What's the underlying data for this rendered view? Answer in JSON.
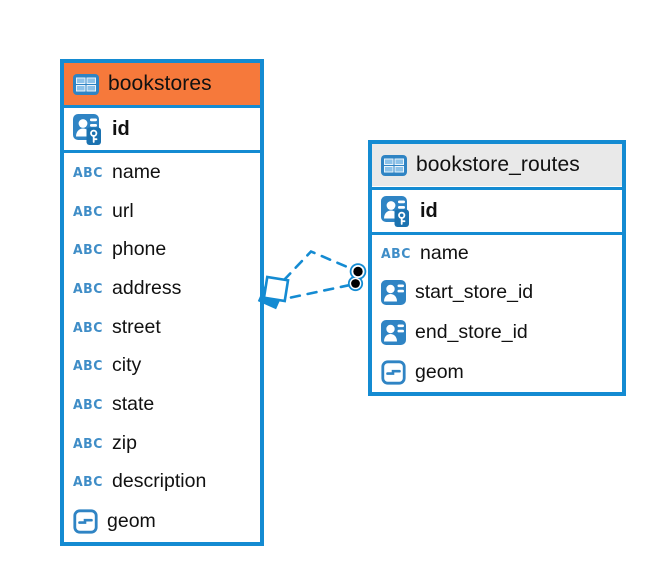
{
  "canvas": {
    "background": "#ffffff",
    "accent_blue": "#148BD2",
    "icon_blue": "#2F84C4",
    "text_color": "#111111"
  },
  "icons": {
    "text_type_label": "ABC"
  },
  "diagram": {
    "tables": [
      {
        "name": "bookstores",
        "header_color": "#F6793B",
        "header_icon": "table-icon",
        "primary_key": {
          "name": "id",
          "icon": "primary-key-icon"
        },
        "columns": [
          {
            "name": "name",
            "icon": "text-type-icon"
          },
          {
            "name": "url",
            "icon": "text-type-icon"
          },
          {
            "name": "phone",
            "icon": "text-type-icon"
          },
          {
            "name": "address",
            "icon": "text-type-icon"
          },
          {
            "name": "street",
            "icon": "text-type-icon"
          },
          {
            "name": "city",
            "icon": "text-type-icon"
          },
          {
            "name": "state",
            "icon": "text-type-icon"
          },
          {
            "name": "zip",
            "icon": "text-type-icon"
          },
          {
            "name": "description",
            "icon": "text-type-icon"
          },
          {
            "name": "geom",
            "icon": "geometry-type-icon"
          }
        ]
      },
      {
        "name": "bookstore_routes",
        "header_color": "#E9E9E9",
        "header_icon": "table-icon",
        "primary_key": {
          "name": "id",
          "icon": "primary-key-icon"
        },
        "columns": [
          {
            "name": "name",
            "icon": "text-type-icon"
          },
          {
            "name": "start_store_id",
            "icon": "reference-type-icon"
          },
          {
            "name": "end_store_id",
            "icon": "reference-type-icon"
          },
          {
            "name": "geom",
            "icon": "geometry-type-icon"
          }
        ]
      }
    ],
    "relationship": {
      "source_table": "bookstores",
      "target_table": "bookstore_routes",
      "line_style": "dashed",
      "line_color": "#148BD2",
      "source_marker": "diamond",
      "target_marker": "dots"
    }
  }
}
